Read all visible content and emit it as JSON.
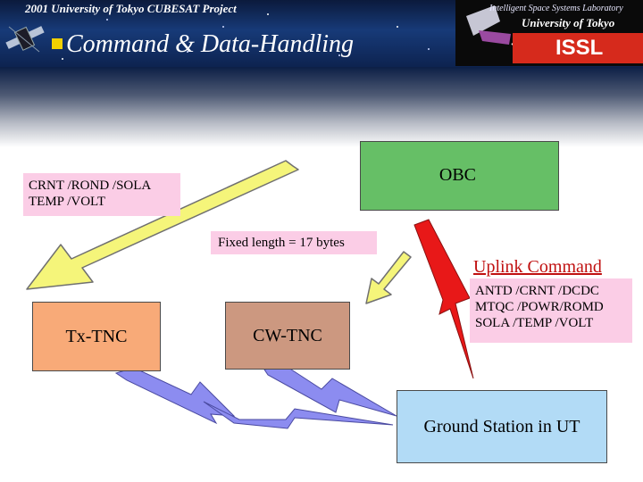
{
  "header": {
    "project_line": "2001 University of Tokyo CUBESAT Project",
    "title": "Command  & Data-Handling",
    "lab_name": "Intelligent Space Systems Laboratory",
    "university": "University of Tokyo",
    "logo_text": "ISSL"
  },
  "diagram": {
    "obc": "OBC",
    "tx_tnc": "Tx-TNC",
    "cw_tnc": "CW-TNC",
    "ground_station": "Ground Station in UT",
    "sensor_data": [
      "CRNT /ROND /SOLA",
      "TEMP /VOLT"
    ],
    "fixed_length": "Fixed length = 17 bytes",
    "uplink_label": "Uplink Command",
    "uplink_commands": [
      "ANTD /CRNT /DCDC",
      "MTQC /POWR/ROMD",
      "SOLA  /TEMP /VOLT"
    ]
  },
  "colors": {
    "obc": "#66bf66",
    "tx_tnc": "#f8aa78",
    "cw_tnc": "#cc9880",
    "ground_station": "#b2dbf6",
    "note_bg": "#fbcde6",
    "arrow_fill": "#f5f57a",
    "uplink_bolt": "#e81818",
    "downlink_bolt": "#8c8cf0",
    "uplink_text": "#c01010"
  },
  "icons": [
    "satellite-icon",
    "issl-logo-icon",
    "down-arrow-icon",
    "lightning-bolt-icon"
  ]
}
